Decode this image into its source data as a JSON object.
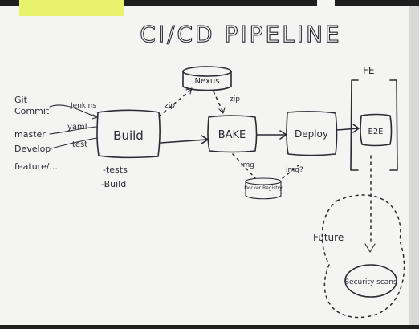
{
  "title": "CI/CD PIPELINE",
  "nodes": {
    "build": "Build",
    "bake": "BAKE",
    "deploy": "Deploy",
    "e2e": "E2E",
    "nexus": "Nexus",
    "registry": "Docker Registry",
    "security": "Security scans"
  },
  "sources": {
    "git_commit_1": "Git",
    "git_commit_2": "Commit",
    "master": "master",
    "develop": "Develop",
    "feature": "feature/..."
  },
  "edge_labels": {
    "jenkins": "Jenkins",
    "yaml": "yaml",
    "test": "test",
    "zip_out": "zip",
    "zip_in": "zip",
    "img": "img",
    "img_q": "img?",
    "fe": "FE",
    "future": "Future"
  },
  "build_steps": {
    "tests": "-tests",
    "build": "-Build"
  },
  "colors": {
    "whiteboard": "#f4f5f3",
    "ink": "#2a2a33",
    "sticky_note": "#e8f26c",
    "background": "#1e1e1e"
  }
}
